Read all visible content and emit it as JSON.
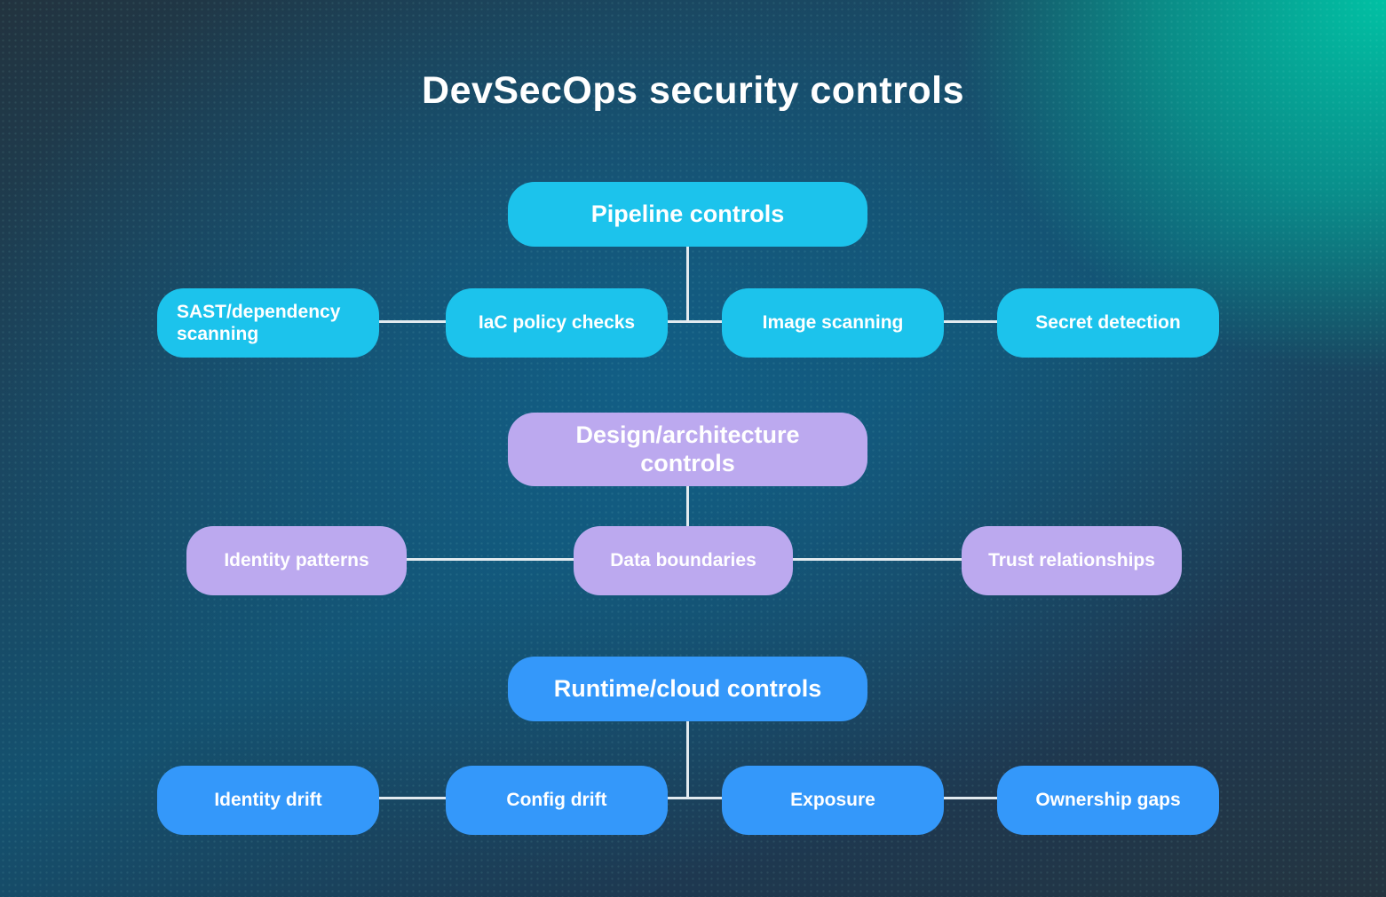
{
  "title": "DevSecOps security controls",
  "colors": {
    "tier1_fill": "#1cc3ec",
    "tier2_fill": "#bca9ef",
    "tier3_fill": "#3498fa",
    "connector": "#e2eaef",
    "text": "#ffffff",
    "background_glow": "#00c5a6"
  },
  "tiers": [
    {
      "label": "Pipeline controls",
      "children": [
        {
          "label": "SAST/dependency scanning"
        },
        {
          "label": "IaC policy checks"
        },
        {
          "label": "Image scanning"
        },
        {
          "label": "Secret detection"
        }
      ]
    },
    {
      "label": "Design/architecture controls",
      "children": [
        {
          "label": "Identity patterns"
        },
        {
          "label": "Data boundaries"
        },
        {
          "label": "Trust relationships"
        }
      ]
    },
    {
      "label": "Runtime/cloud controls",
      "children": [
        {
          "label": "Identity drift"
        },
        {
          "label": "Config drift"
        },
        {
          "label": "Exposure"
        },
        {
          "label": "Ownership gaps"
        }
      ]
    }
  ]
}
